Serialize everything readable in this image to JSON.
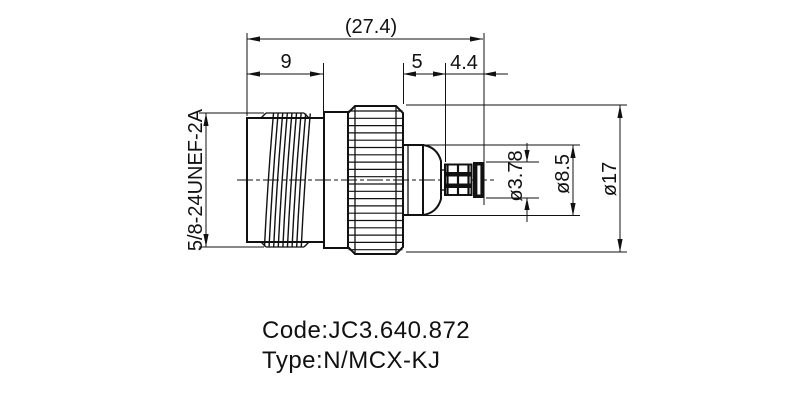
{
  "drawing": {
    "title_hint": "RF coaxial adapter engineering drawing",
    "dimensions": {
      "total_length": "(27.4)",
      "body_length": "9",
      "mid_length": "5",
      "tip_length": "4.4",
      "thread_spec": "5/8-24UNEF-2A",
      "tip_diameter": "ø3.78",
      "mid_diameter": "ø8.5",
      "outer_diameter": "ø17"
    },
    "labels": {
      "code": "Code:JC3.640.872",
      "type": "Type:N/MCX-KJ"
    },
    "colors": {
      "line": "#111111",
      "background": "#ffffff"
    }
  }
}
